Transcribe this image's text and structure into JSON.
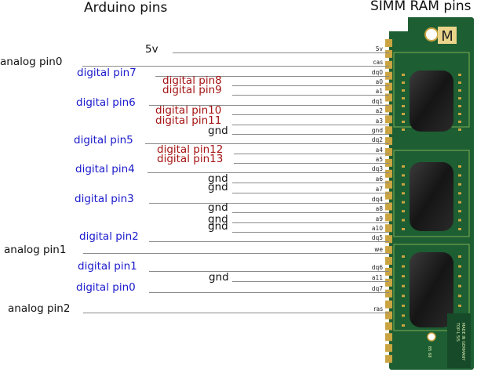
{
  "header": {
    "arduino_title": "Arduino pins",
    "simm_title": "SIMM RAM pins"
  },
  "connections": [
    {
      "arduino": "5v",
      "color": "black",
      "pin": "5v"
    },
    {
      "arduino": "analog pin0",
      "color": "black",
      "pin": "cas"
    },
    {
      "arduino": "digital pin7",
      "color": "blue",
      "pin": "dq0"
    },
    {
      "arduino": "digital pin8",
      "color": "red",
      "pin": "a0"
    },
    {
      "arduino": "digital pin9",
      "color": "red",
      "pin": "a1"
    },
    {
      "arduino": "digital pin6",
      "color": "blue",
      "pin": "dq1"
    },
    {
      "arduino": "digital pin10",
      "color": "red",
      "pin": "a2"
    },
    {
      "arduino": "digital pin11",
      "color": "red",
      "pin": "a3"
    },
    {
      "arduino": "gnd",
      "color": "black",
      "pin": "gnd"
    },
    {
      "arduino": "digital pin5",
      "color": "blue",
      "pin": "dq2"
    },
    {
      "arduino": "digital pin12",
      "color": "red",
      "pin": "a4"
    },
    {
      "arduino": "digital pin13",
      "color": "red",
      "pin": "a5"
    },
    {
      "arduino": "digital pin4",
      "color": "blue",
      "pin": "dq3"
    },
    {
      "arduino": "gnd",
      "color": "black",
      "pin": "a6"
    },
    {
      "arduino": "gnd",
      "color": "black",
      "pin": "a7"
    },
    {
      "arduino": "digital pin3",
      "color": "blue",
      "pin": "dq4"
    },
    {
      "arduino": "gnd",
      "color": "black",
      "pin": "a8"
    },
    {
      "arduino": "gnd",
      "color": "black",
      "pin": "a9"
    },
    {
      "arduino": "gnd",
      "color": "black",
      "pin": "a10"
    },
    {
      "arduino": "digital pin2",
      "color": "blue",
      "pin": "dq5"
    },
    {
      "arduino": "analog pin1",
      "color": "black",
      "pin": "we"
    },
    {
      "arduino": "digital pin1",
      "color": "blue",
      "pin": "dq6"
    },
    {
      "arduino": "gnd",
      "color": "black",
      "pin": "a11"
    },
    {
      "arduino": "digital pin0",
      "color": "blue",
      "pin": "dq7"
    },
    {
      "arduino": "analog pin2",
      "color": "black",
      "pin": "ras"
    }
  ],
  "module": {
    "logo": "M",
    "text_1": "TOP-L 5IS",
    "text_2": "MADE IN GERMANY",
    "text_3": "B5 68"
  },
  "colors": {
    "black": "#111111",
    "blue": "#1a1acc",
    "red": "#a51414",
    "pcb": "#1d5e33",
    "gold": "#c9a441"
  }
}
